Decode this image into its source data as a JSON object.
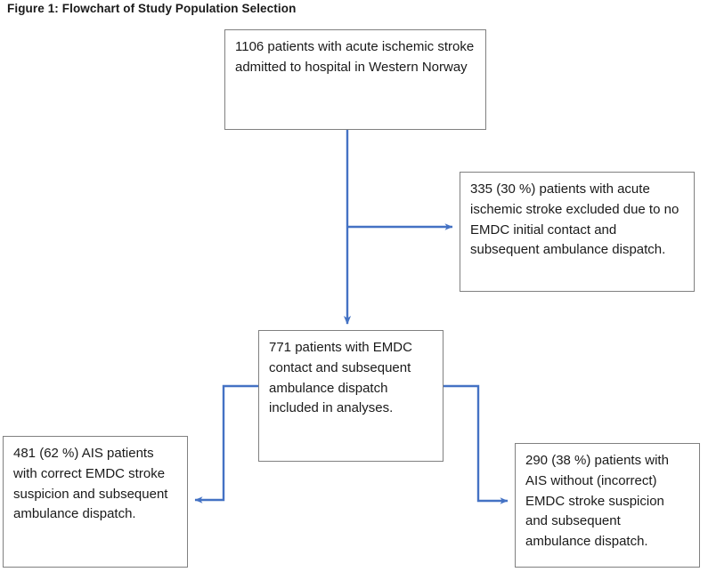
{
  "figure": {
    "title": "Figure 1: Flowchart of Study Population Selection",
    "accent_color": "#4472C4",
    "box_border_color": "#808080",
    "text_color": "#1a1a1a",
    "background_color": "#ffffff"
  },
  "diagram": {
    "type": "flowchart",
    "nodes": [
      {
        "id": "top",
        "label": "total-cohort-box",
        "text": "1106 patients with acute ischemic stroke admitted to hospital in Western Norway",
        "count": 1106
      },
      {
        "id": "excluded",
        "label": "excluded-box",
        "text": "335 (30 %) patients with acute ischemic stroke excluded due to no EMDC initial contact and subsequent ambulance dispatch.",
        "count": 335,
        "percent": "30 %"
      },
      {
        "id": "included",
        "label": "included-box",
        "text": "771 patients with EMDC contact and subsequent ambulance dispatch included in analyses.",
        "count": 771
      },
      {
        "id": "correct",
        "label": "correct-suspicion-box",
        "text": "481 (62 %) AIS patients with correct EMDC stroke suspicion and subsequent ambulance dispatch.",
        "count": 481,
        "percent": "62 %"
      },
      {
        "id": "incorrect",
        "label": "incorrect-suspicion-box",
        "text": "290 (38 %) patients with AIS without (incorrect) EMDC stroke suspicion and subsequent ambulance dispatch.",
        "count": 290,
        "percent": "38 %"
      }
    ],
    "edges": [
      {
        "from": "top",
        "to": "excluded",
        "style": "elbow-right-arrow"
      },
      {
        "from": "top",
        "to": "included",
        "style": "straight-down-arrow"
      },
      {
        "from": "included",
        "to": "correct",
        "style": "elbow-left-down-arrow"
      },
      {
        "from": "included",
        "to": "incorrect",
        "style": "elbow-right-down-arrow"
      }
    ]
  }
}
